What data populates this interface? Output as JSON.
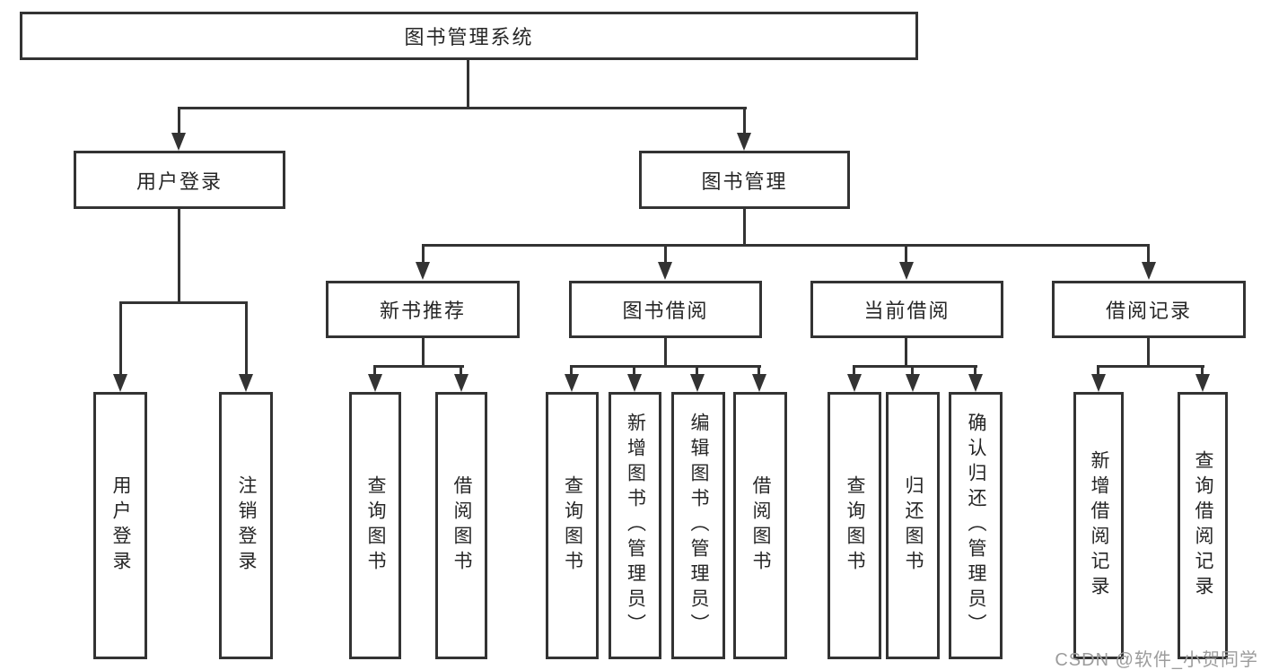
{
  "tree": {
    "root": {
      "label": "图书管理系统"
    },
    "branches": [
      {
        "label": "用户登录",
        "children": [
          {
            "label": "用户登录"
          },
          {
            "label": "注销登录"
          }
        ]
      },
      {
        "label": "图书管理",
        "children": [
          {
            "label": "新书推荐",
            "children": [
              {
                "label": "查询图书"
              },
              {
                "label": "借阅图书"
              }
            ]
          },
          {
            "label": "图书借阅",
            "children": [
              {
                "label": "查询图书"
              },
              {
                "label": "新增图书（管理员）"
              },
              {
                "label": "编辑图书（管理员）"
              },
              {
                "label": "借阅图书"
              }
            ]
          },
          {
            "label": "当前借阅",
            "children": [
              {
                "label": "查询图书"
              },
              {
                "label": "归还图书"
              },
              {
                "label": "确认归还（管理员）"
              }
            ]
          },
          {
            "label": "借阅记录",
            "children": [
              {
                "label": "新增借阅记录"
              },
              {
                "label": "查询借阅记录"
              }
            ]
          }
        ]
      }
    ]
  },
  "watermark": {
    "text": "CSDN @软件_小贺同学"
  },
  "colors": {
    "line": "#333333",
    "text": "#262626",
    "watermark": "#9c9c9c",
    "background": "#ffffff"
  }
}
